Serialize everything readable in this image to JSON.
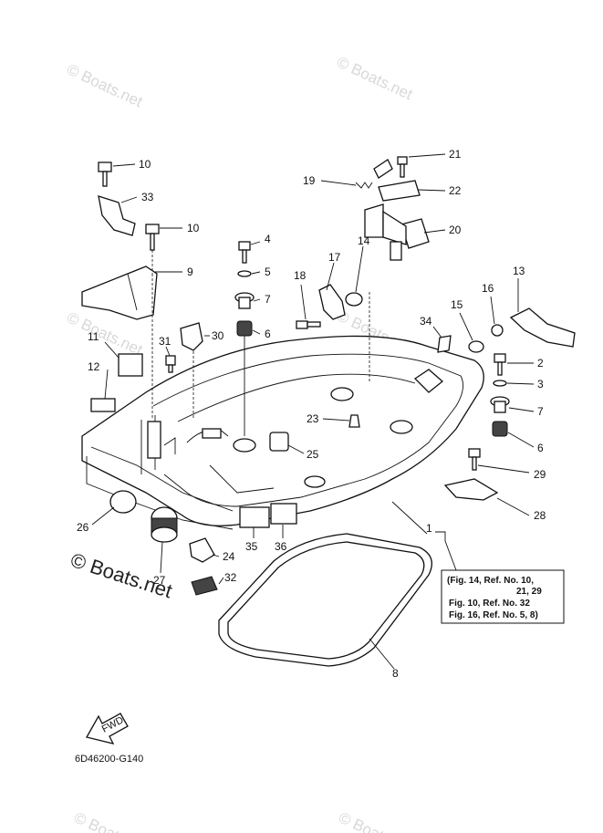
{
  "watermark": {
    "text": "© Boats.net"
  },
  "callouts": [
    "10",
    "33",
    "10",
    "9",
    "4",
    "5",
    "7",
    "6",
    "18",
    "17",
    "14",
    "19",
    "21",
    "22",
    "20",
    "13",
    "16",
    "15",
    "34",
    "2",
    "3",
    "7",
    "6",
    "11",
    "31",
    "30",
    "12",
    "23",
    "25",
    "29",
    "28",
    "26",
    "27",
    "24",
    "35",
    "36",
    "1",
    "32",
    "8"
  ],
  "reference_note": {
    "line1": "(Fig. 14, Ref. No. 10,",
    "line2": "21, 29",
    "line3": "Fig. 10, Ref. No. 32",
    "line4": "Fig. 16, Ref. No. 5, 8)"
  },
  "fwd_label": "FWD",
  "diagram_code": "6D46200-G140"
}
